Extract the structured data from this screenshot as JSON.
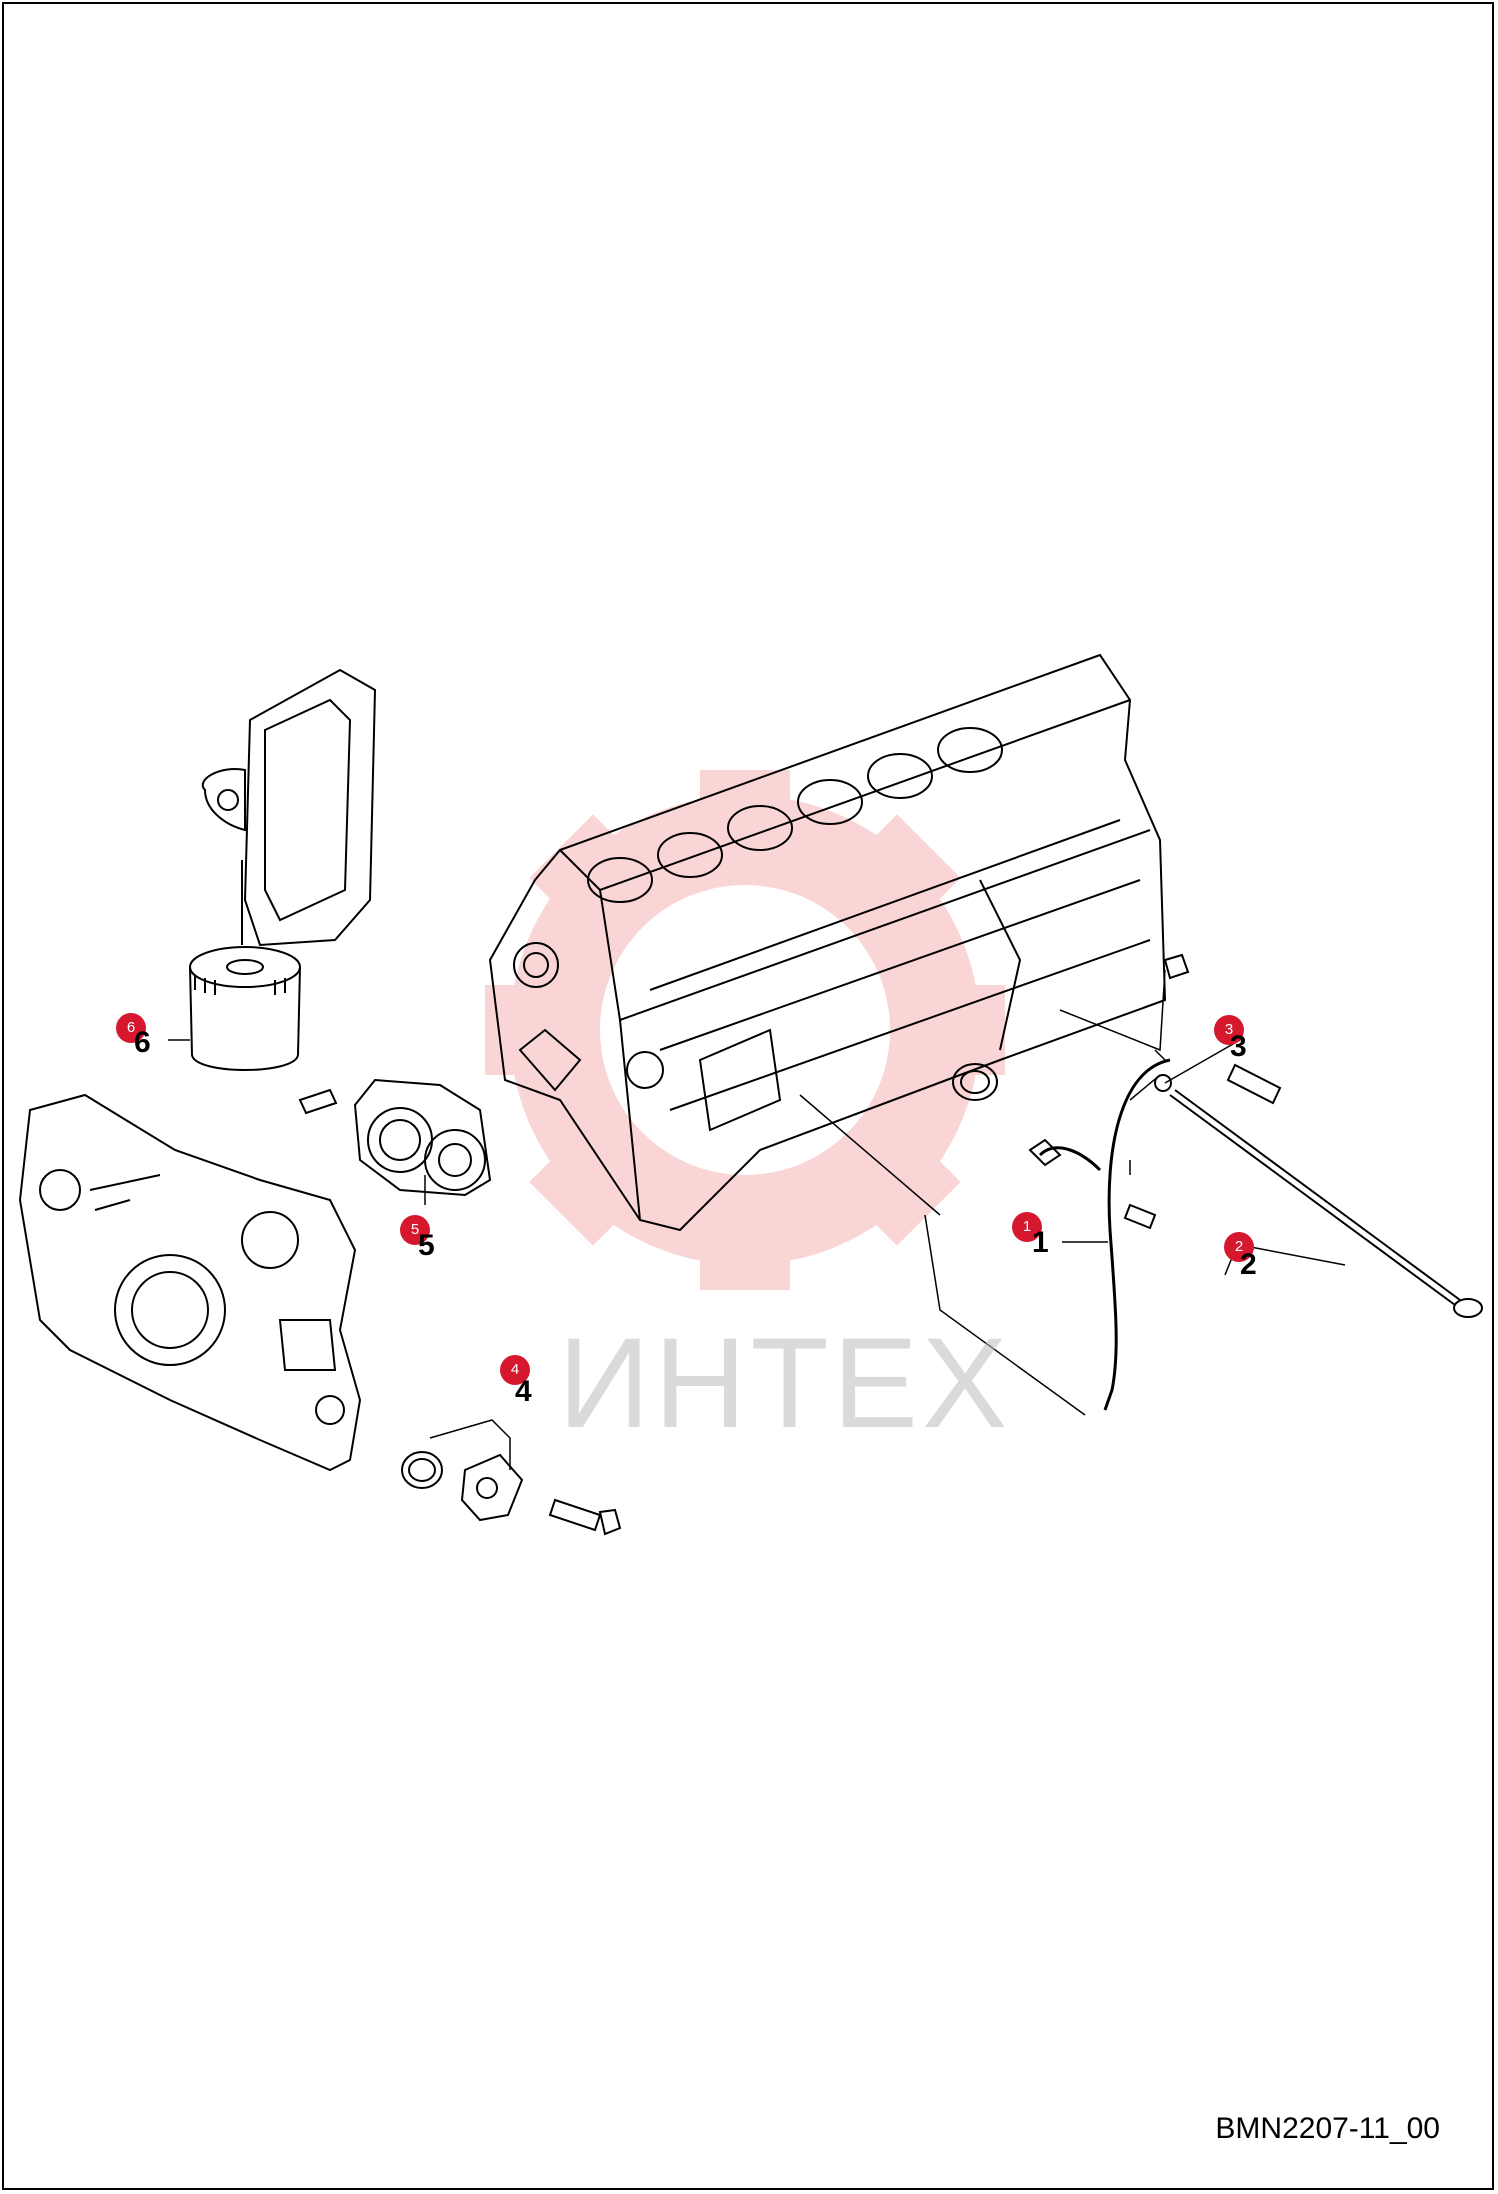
{
  "watermark": {
    "text": "ИНТЕХ",
    "gear_color": "#f4a3a6"
  },
  "drawing_code": "BMN2207-11_00",
  "badge_color": "#d6182f",
  "callouts": [
    {
      "badge": "1",
      "number": "1"
    },
    {
      "badge": "2",
      "number": "2"
    },
    {
      "badge": "3",
      "number": "3"
    },
    {
      "badge": "4",
      "number": "4"
    },
    {
      "badge": "5",
      "number": "5"
    },
    {
      "badge": "6",
      "number": "6"
    }
  ],
  "parts": [
    "engine-block",
    "filter-head",
    "oil-filter",
    "front-timing-cover",
    "oil-pump",
    "water-pump-fitting",
    "seal-ring",
    "bolt",
    "dipstick-tube",
    "dipstick",
    "plug",
    "o-ring",
    "core-plug"
  ]
}
